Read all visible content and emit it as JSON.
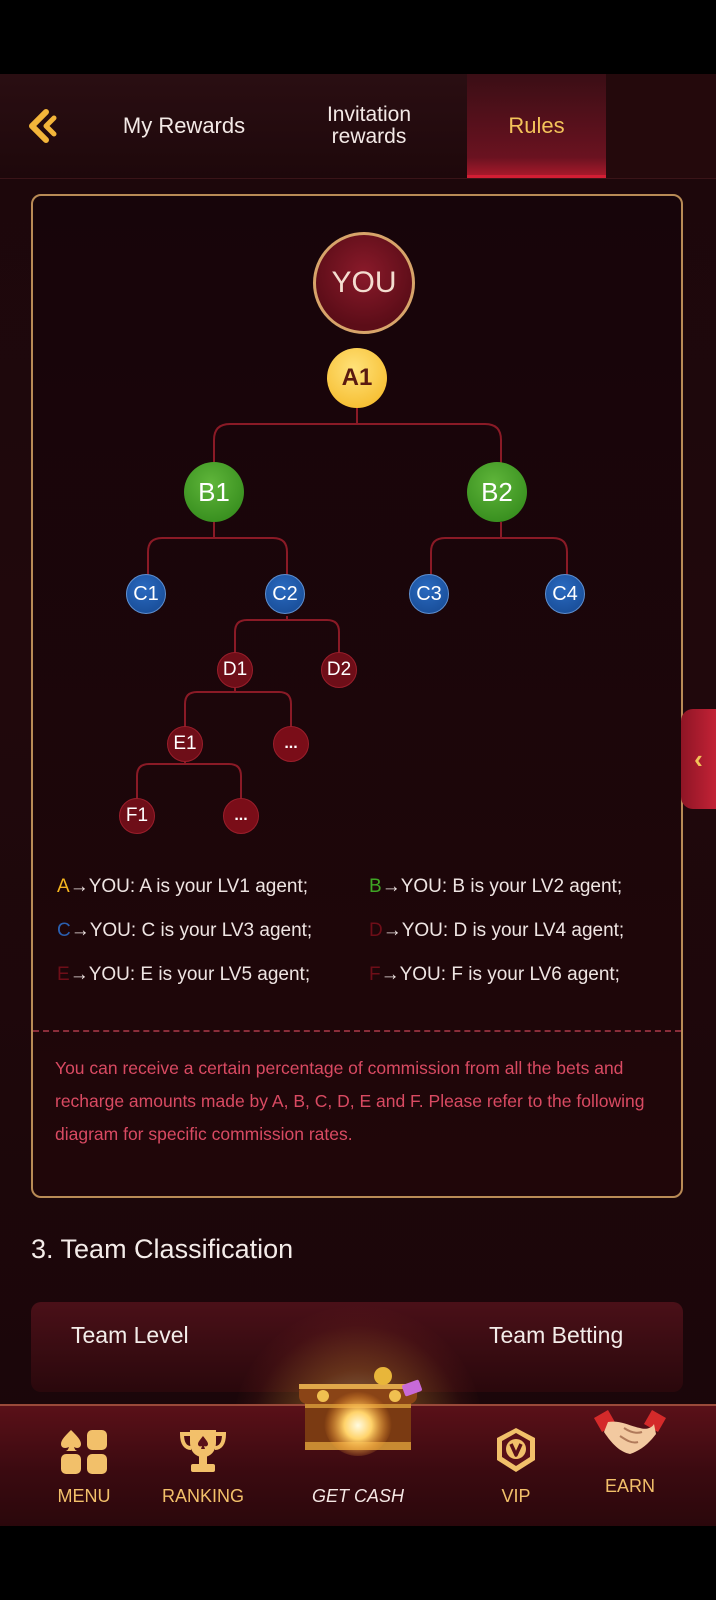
{
  "tabs": [
    {
      "label": "My Rewards"
    },
    {
      "label": "Invitation rewards"
    },
    {
      "label": "Rules",
      "active": true
    }
  ],
  "diagram": {
    "you": "YOU",
    "a1": "A1",
    "b1": "B1",
    "b2": "B2",
    "c1": "C1",
    "c2": "C2",
    "c3": "C3",
    "c4": "C4",
    "d1": "D1",
    "d2": "D2",
    "e1": "E1",
    "e_more": "...",
    "f1": "F1",
    "f_more": "..."
  },
  "legend": [
    {
      "key": "A",
      "text": "→YOU: A is your LV1  agent;",
      "color": "#f4b51f"
    },
    {
      "key": "B",
      "text": "→YOU: B is your LV2 agent;",
      "color": "#3fa524"
    },
    {
      "key": "C",
      "text": "→YOU: C is your LV3 agent;",
      "color": "#2a5fb0"
    },
    {
      "key": "D",
      "text": "→YOU: D is your LV4 agent;",
      "color": "#6e0e18"
    },
    {
      "key": "E",
      "text": "→YOU: E is your LV5 agent;",
      "color": "#6e0e18"
    },
    {
      "key": "F",
      "text": "→YOU: F  is your LV6 agent;",
      "color": "#6e0e18"
    }
  ],
  "note": "You can receive a certain percentage of commission from all the bets and recharge amounts made by A, B, C, D, E and F. Please refer to the following diagram for specific commission rates.",
  "section": {
    "title": "3. Team Classification",
    "col1": "Team Level",
    "col2": "Team Betting"
  },
  "nav": [
    {
      "label": "MENU",
      "icon": "menu-grid-icon"
    },
    {
      "label": "RANKING",
      "icon": "trophy-icon"
    },
    {
      "label": "GET CASH",
      "icon": "treasure-chest-icon"
    },
    {
      "label": "VIP",
      "icon": "vip-badge-icon"
    },
    {
      "label": "EARN",
      "icon": "handshake-icon"
    }
  ],
  "colors": {
    "accent_gold": "#f3c35a",
    "active_tab": "#b01a2c",
    "note_text": "#d94a62",
    "panel_border": "#b98b56"
  }
}
